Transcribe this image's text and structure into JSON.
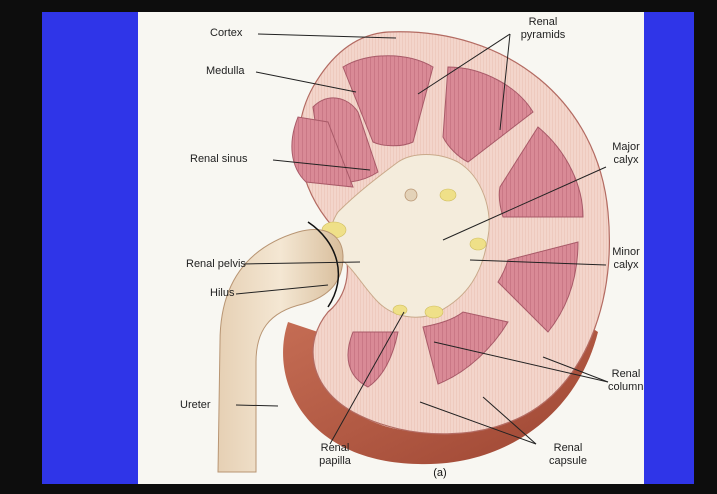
{
  "labels": {
    "cortex": "Cortex",
    "medulla": "Medulla",
    "renal_sinus": "Renal sinus",
    "renal_pelvis": "Renal pelvis",
    "hilus": "Hilus",
    "ureter": "Ureter",
    "renal_papilla": "Renal\npapilla",
    "renal_pyramids": "Renal\npyramids",
    "major_calyx": "Major\ncalyx",
    "minor_calyx": "Minor\ncalyx",
    "renal_columns": "Renal\ncolumns",
    "renal_capsule": "Renal\ncapsule",
    "caption": "(a)"
  },
  "colors": {
    "slide_background": "#2f35e8",
    "plate_background": "#f8f7f2",
    "cortex": "#f3d2c8",
    "medulla_pyramid": "#d98a96",
    "capsule": "#b65a45",
    "pelvis": "#f1e3cf",
    "fat": "#f0e08a"
  }
}
